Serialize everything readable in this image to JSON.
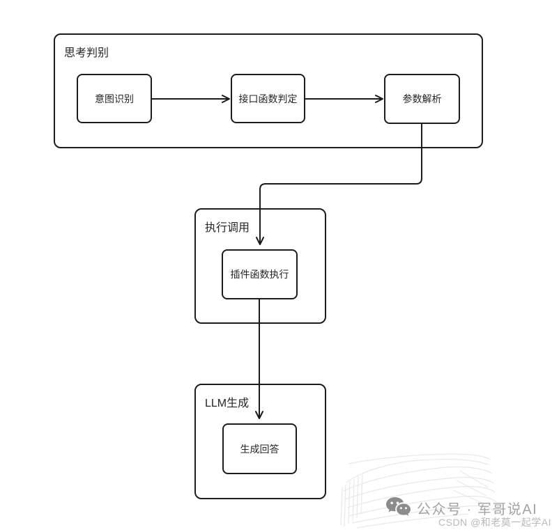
{
  "diagram": {
    "groups": [
      {
        "label": "思考判别"
      },
      {
        "label": "执行调用"
      },
      {
        "label": "LLM生成"
      }
    ],
    "nodes": [
      {
        "label": "意图识别",
        "group": "思考判别"
      },
      {
        "label": "接口函数判定",
        "group": "思考判别"
      },
      {
        "label": "参数解析",
        "group": "思考判别"
      },
      {
        "label": "插件函数执行",
        "group": "执行调用"
      },
      {
        "label": "生成回答",
        "group": "LLM生成"
      }
    ],
    "edges": [
      {
        "from": "意图识别",
        "to": "接口函数判定"
      },
      {
        "from": "接口函数判定",
        "to": "参数解析"
      },
      {
        "from": "参数解析",
        "to": "插件函数执行"
      },
      {
        "from": "插件函数执行",
        "to": "生成回答"
      }
    ]
  },
  "watermark": {
    "icon": "wechat-icon",
    "wechat_text": "公众号 · 军哥说AI",
    "csdn_text": "CSDN @和老莫一起学AI"
  },
  "colors": {
    "stroke": "#1a1a1a",
    "background": "#ffffff",
    "watermark_text": "#a3a3a3",
    "watermark_csdn": "#b9b9b9",
    "watermark_icon": "#8c8c8c"
  }
}
